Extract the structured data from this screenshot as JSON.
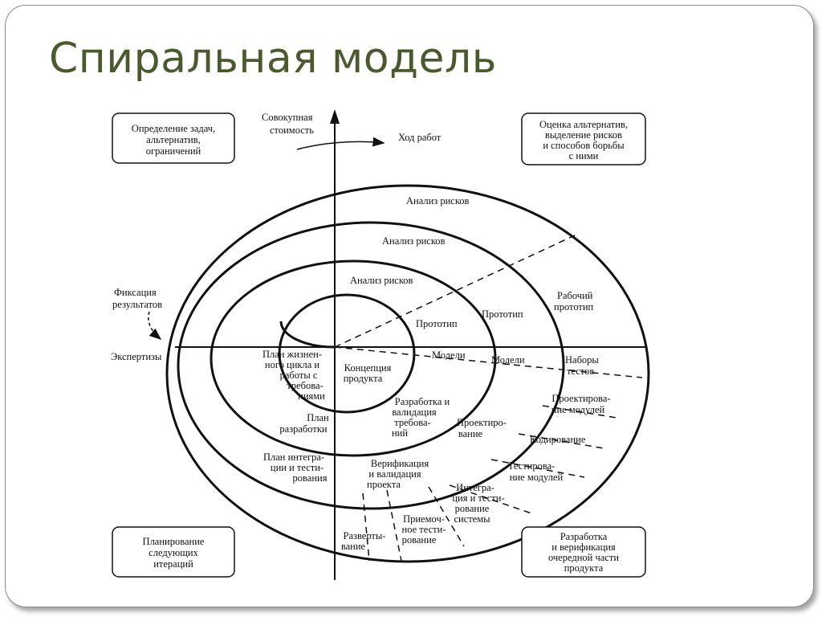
{
  "slide": {
    "title": "Спиральная модель"
  },
  "axes": {
    "y_label": [
      "Совокупная",
      "стоимость"
    ],
    "progress_label": "Ход работ",
    "left_label": "Экспертизы",
    "fix_label": [
      "Фиксация",
      "результатов"
    ]
  },
  "corner_boxes": {
    "top_left": [
      "Определение задач,",
      "альтернатив,",
      "ограничений"
    ],
    "top_right": [
      "Оценка альтернатив,",
      "выделение рисков",
      "и способов борьбы",
      "с ними"
    ],
    "bottom_left": [
      "Планирование",
      "следующих",
      "итераций"
    ],
    "bottom_right": [
      "Разработка",
      "и верификация",
      "очередной части",
      "продукта"
    ]
  },
  "risk_analysis": [
    "Анализ рисков",
    "Анализ рисков",
    "Анализ рисков"
  ],
  "prototypes": [
    "Прототип",
    "Прототип",
    "Рабочий",
    "прототип"
  ],
  "models": [
    "Модели",
    "Модели"
  ],
  "test_sets": [
    "Наборы",
    "тестов"
  ],
  "quadrant3": {
    "lifecycle_plan": [
      "План жизнен-",
      "ного цикла и",
      "работы с",
      "требова-",
      "ниями"
    ],
    "dev_plan": [
      "План",
      "разработки"
    ],
    "integration_plan": [
      "План интегра-",
      "ции и тести-",
      "рования"
    ]
  },
  "quadrant4": {
    "concept": [
      "Концепция",
      "продукта"
    ],
    "req_validation": [
      "Разработка и",
      "валидация",
      "требова-",
      "ний"
    ],
    "design": [
      "Проектиро-",
      "вание"
    ],
    "verification": [
      "Верификация",
      "и валидация",
      "проекта"
    ],
    "module_design": [
      "Проектирова-",
      "ние модулей"
    ],
    "coding": "Кодирование",
    "module_testing": [
      "Тестирова-",
      "ние модулей"
    ],
    "integration_testing": [
      "Интегра-",
      "ция и тести-",
      "рование",
      "системы"
    ],
    "acceptance_testing": [
      "Приемоч-",
      "ное тести-",
      "рование"
    ],
    "deployment": [
      "Разверты-",
      "вание"
    ]
  }
}
